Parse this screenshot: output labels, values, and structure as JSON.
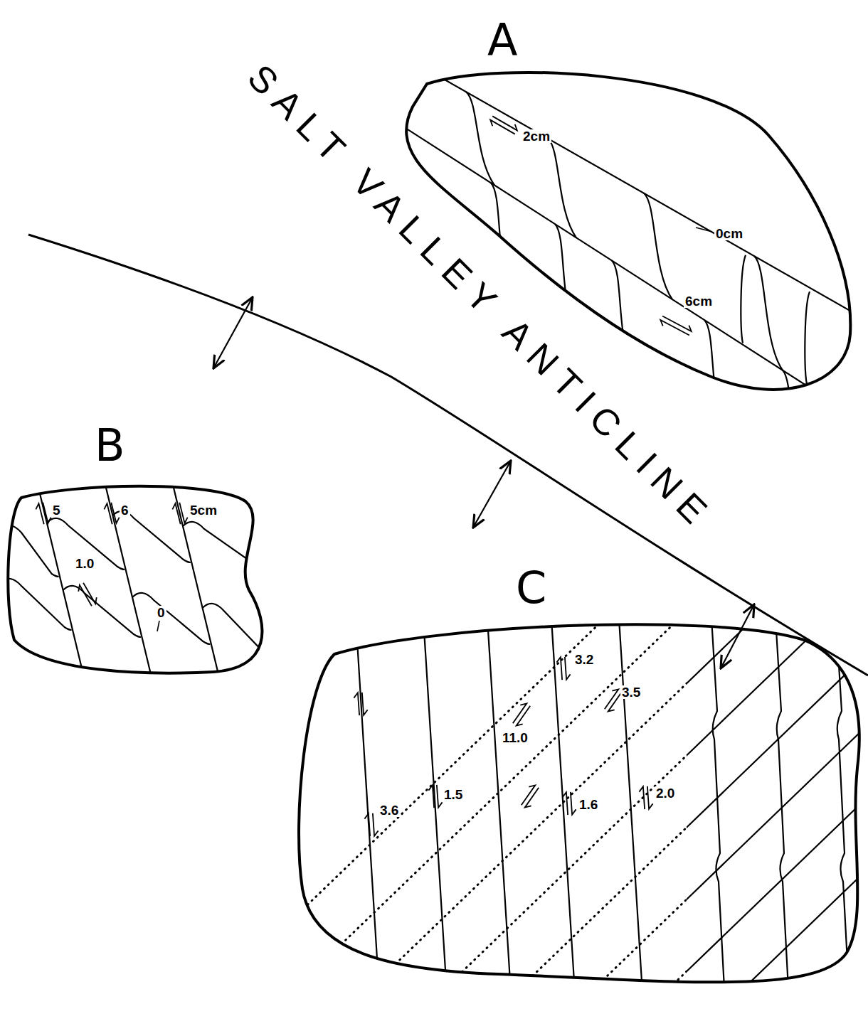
{
  "diagram": {
    "nodes": [
      {
        "text": [
          "A",
          "2cm",
          "0cm",
          "6cm"
        ]
      },
      {
        "text": [
          "B",
          "5",
          "6",
          "5cm",
          "1.0",
          "0"
        ]
      },
      {
        "text": [
          "C",
          "3.2",
          "3.5",
          "11.0",
          "3.6",
          "1.5",
          "1.6",
          "2.0"
        ]
      }
    ],
    "labels": [
      "SALT VALLEY ANTICLINE"
    ]
  }
}
